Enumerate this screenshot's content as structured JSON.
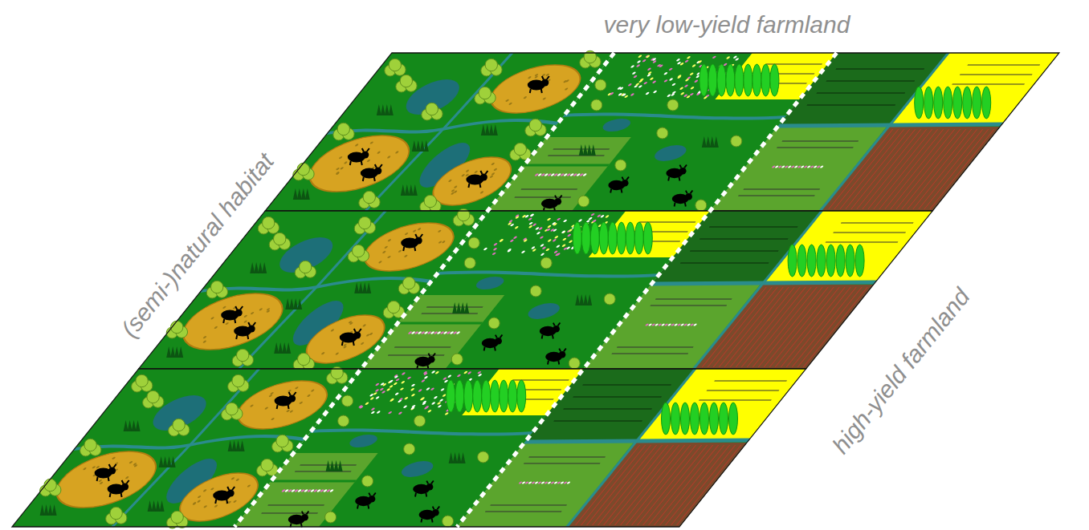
{
  "diagram": {
    "labels": [
      "very low-yield farmland",
      "(semi-)natural habitat",
      "high-yield farmland"
    ]
  }
}
